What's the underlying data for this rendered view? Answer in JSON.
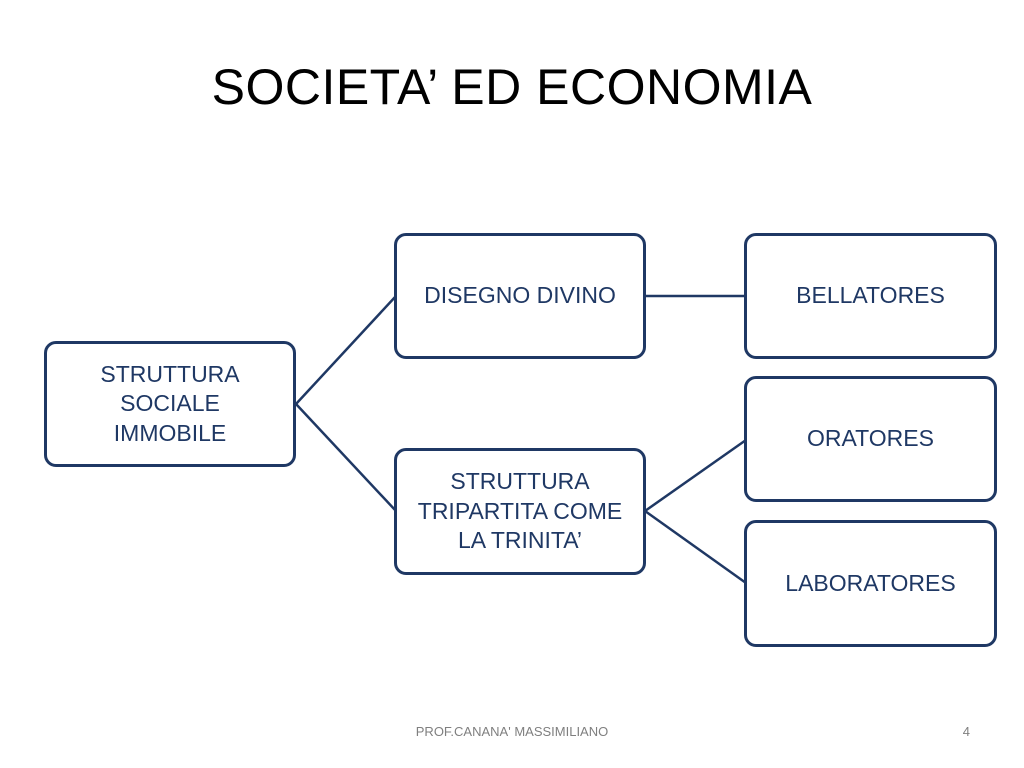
{
  "slide": {
    "title": "SOCIETA’ ED ECONOMIA"
  },
  "diagram": {
    "line_color": "#1f3864",
    "nodes": {
      "root": "STRUTTURA\nSOCIALE\nIMMOBILE",
      "disegno_divino": "DISEGNO DIVINO",
      "struttura_tripartita": "STRUTTURA\nTRIPARTITA COME\nLA TRINITA’",
      "bellatores": "BELLATORES",
      "oratores": "ORATORES",
      "laboratores": "LABORATORES"
    }
  },
  "footer": {
    "author": "PROF.CANANA' MASSIMILIANO",
    "page_number": "4"
  }
}
